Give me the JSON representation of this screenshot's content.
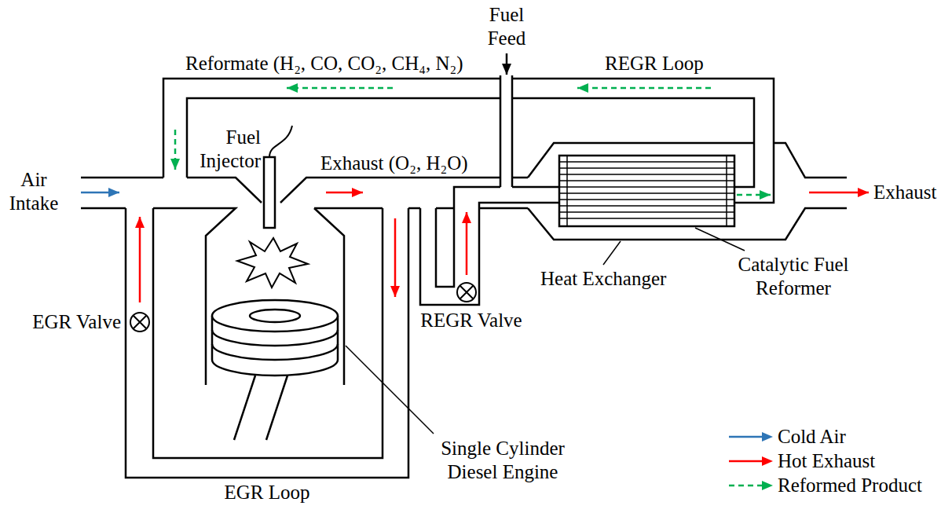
{
  "diagram": {
    "labels": [
      "Fuel Feed",
      "Reformate (H₂, CO, CO₂, CH₄, N₂)",
      "REGR Loop",
      "Fuel Injector",
      "Exhaust (O₂, H₂O)",
      "Air Intake",
      "Exhaust",
      "Heat Exchanger",
      "Catalytic Fuel Reformer",
      "EGR Valve",
      "REGR Valve",
      "Single Cylinder Diesel Engine",
      "EGR Loop"
    ],
    "legend": [
      {
        "text": "Cold Air"
      },
      {
        "text": "Hot Exhaust"
      },
      {
        "text": "Reformed Product"
      }
    ]
  }
}
